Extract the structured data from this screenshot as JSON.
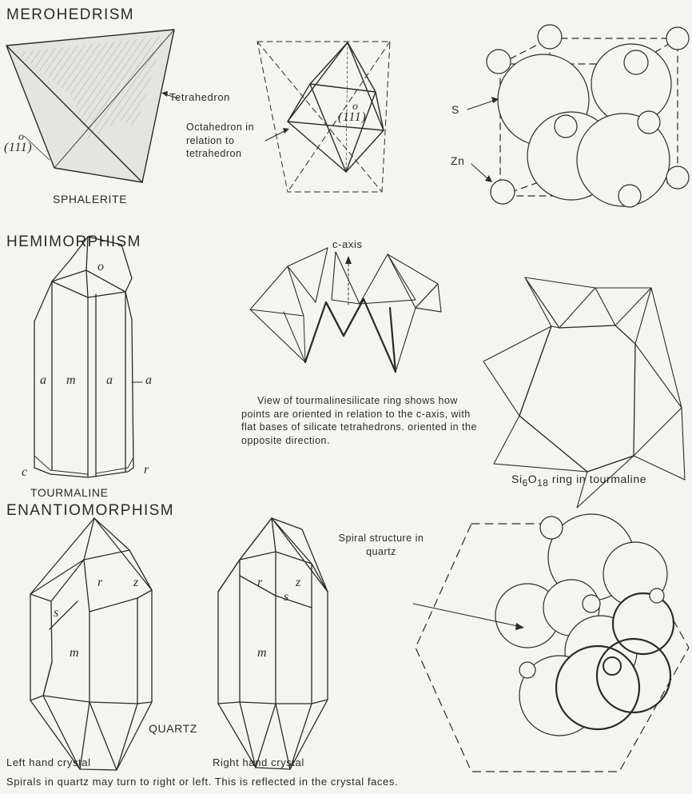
{
  "sections": {
    "merohedrism": {
      "heading": "MEROHEDRISM",
      "tetrahedron_label": "Tetrahedron",
      "face_o": "o",
      "face_index": "(111)",
      "octahedron_label": "Octahedron in relation to tetrahedron",
      "mineral_name": "SPHALERITE",
      "s_label": "S",
      "zn_label": "Zn"
    },
    "hemimorphism": {
      "heading": "HEMIMORPHISM",
      "face_o": "o",
      "face_a": "a",
      "face_m": "m",
      "face_a2": "a",
      "face_a3": "a",
      "face_c": "c",
      "face_r": "r",
      "mineral_name": "TOURMALINE",
      "c_axis_label": "c-axis",
      "ring_caption": "View of tourmalinesilicate ring shows how points are oriented in relation to the c-axis, with flat bases of silicate tetrahedrons. oriented in the opposite direction.",
      "ring_formula": "Si",
      "ring_formula_sub1": "6",
      "ring_formula_o": "O",
      "ring_formula_sub2": "18",
      "ring_formula_rest": "ring in tourmaline"
    },
    "enantiomorphism": {
      "heading": "ENANTIOMORPHISM",
      "spiral_label": "Spiral structure in quartz",
      "face_r": "r",
      "face_z": "z",
      "face_s": "s",
      "face_m": "m",
      "mineral_name": "QUARTZ",
      "left_label": "Left hand crystal",
      "right_label": "Right hand crystal",
      "footer": "Spirals in quartz may turn to right or left. This is reflected in the crystal faces."
    }
  },
  "colors": {
    "ink": "#2a2a2a",
    "paper": "#f4f4f0"
  }
}
